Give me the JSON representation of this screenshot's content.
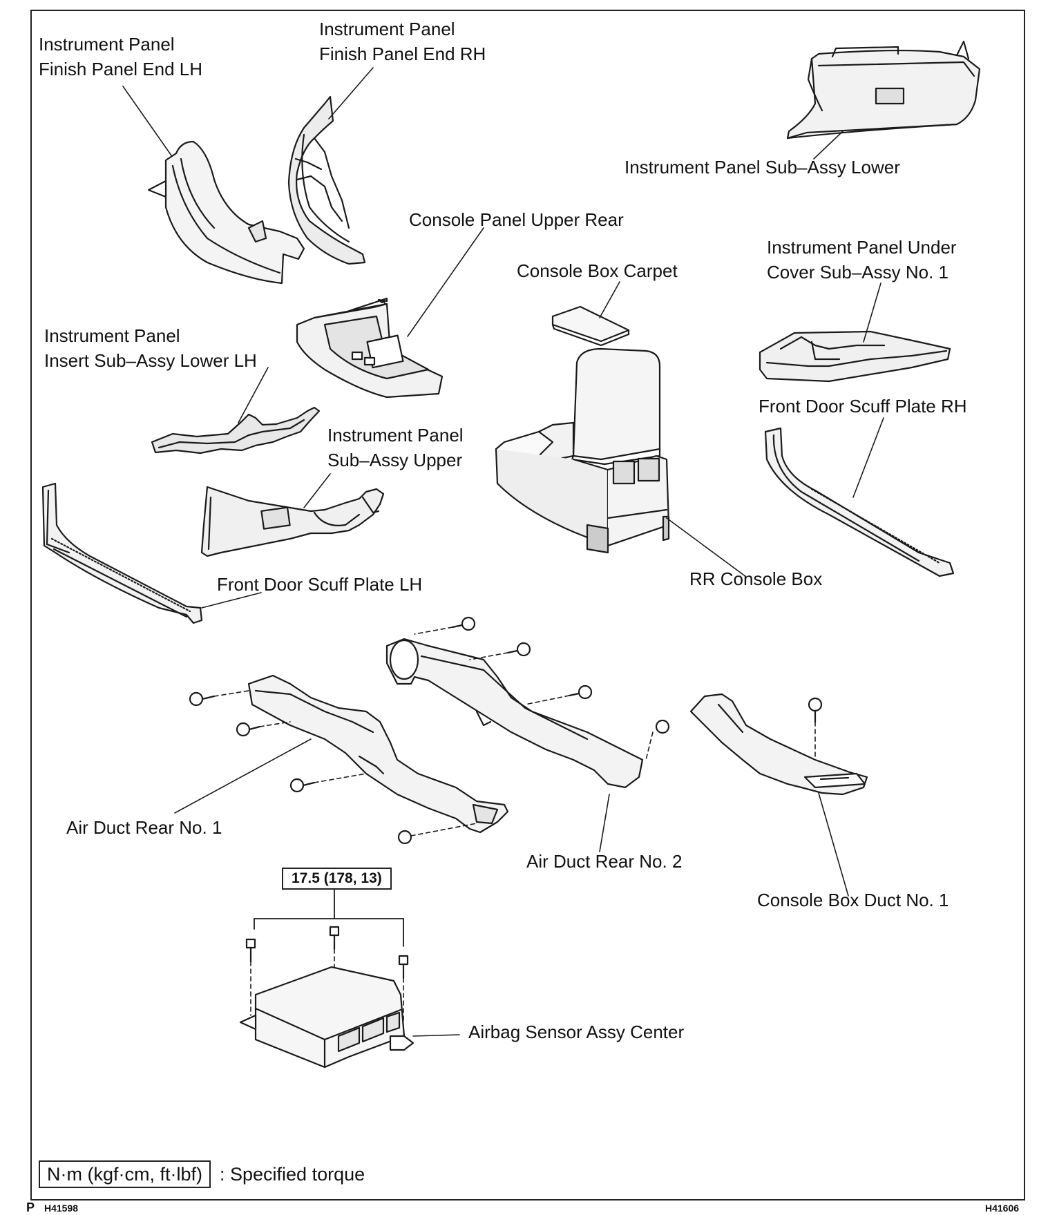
{
  "labels": {
    "fp_end_lh_1": "Instrument Panel",
    "fp_end_lh_2": "Finish Panel End LH",
    "fp_end_rh_1": "Instrument Panel",
    "fp_end_rh_2": "Finish Panel End RH",
    "ip_lower": "Instrument Panel Sub–Assy Lower",
    "console_upper_rear": "Console Panel Upper Rear",
    "console_carpet": "Console Box Carpet",
    "under_cover_1": "Instrument Panel Under",
    "under_cover_2": "Cover Sub–Assy No. 1",
    "insert_lower_lh_1": "Instrument Panel",
    "insert_lower_lh_2": "Insert Sub–Assy Lower LH",
    "scuff_rh": "Front Door Scuff Plate RH",
    "ip_upper_1": "Instrument Panel",
    "ip_upper_2": "Sub–Assy Upper",
    "scuff_lh": "Front Door Scuff Plate LH",
    "rr_console": "RR Console Box",
    "air_duct_1": "Air Duct Rear No. 1",
    "air_duct_2": "Air Duct Rear No. 2",
    "console_duct": "Console Box Duct No. 1",
    "airbag_sensor": "Airbag Sensor Assy Center"
  },
  "torque": "17.5 (178, 13)",
  "legend": {
    "unit": "N·m (kgf·cm, ft·lbf)",
    "text": ": Specified torque"
  },
  "footer": {
    "p_mark": "P",
    "left_code": "H41598",
    "right_code": "H41606"
  }
}
